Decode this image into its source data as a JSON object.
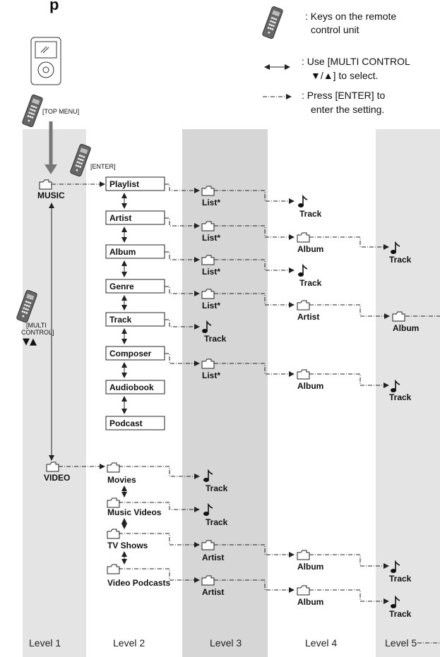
{
  "legend": {
    "remote_keys": ": Keys on the remote",
    "remote_keys_2": "control unit",
    "multi_control": ": Use [MULTI CONTROL",
    "multi_control_2": "▼/▲] to select.",
    "enter": ": Press [ENTER] to",
    "enter_2": "enter the setting."
  },
  "labels": {
    "top_menu": "[TOP MENU]",
    "enter_key": "[ENTER]",
    "multi_key_1": "[MULTI",
    "multi_key_2": "CONTROL]",
    "arrows": "▼▲"
  },
  "level1": {
    "music": "MUSIC",
    "video": "VIDEO"
  },
  "level2_music": [
    "Playlist",
    "Artist",
    "Album",
    "Genre",
    "Track",
    "Composer",
    "Audiobook",
    "Podcast"
  ],
  "level2_video": [
    "Movies",
    "Music Videos",
    "TV Shows",
    "Video Podcasts"
  ],
  "level3": {
    "list": "List*",
    "track": "Track",
    "artist": "Artist"
  },
  "level4": {
    "track": "Track",
    "album": "Album",
    "artist": "Artist"
  },
  "level5": {
    "track": "Track",
    "album": "Album"
  },
  "levels": [
    "Level 1",
    "Level 2",
    "Level 3",
    "Level 4",
    "Level 5"
  ],
  "colors": {
    "band_light": "#e4e4e4",
    "band_dark": "#d6d6d6"
  }
}
